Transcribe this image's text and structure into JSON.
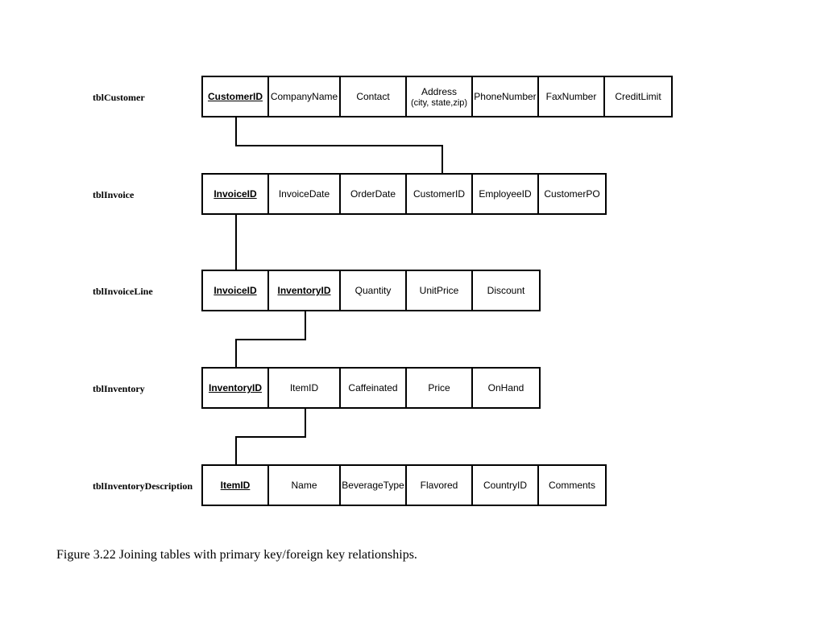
{
  "tables": {
    "customer": {
      "name": "tblCustomer",
      "fields": [
        "CustomerID",
        "CompanyName",
        "Contact",
        "Address",
        "PhoneNumber",
        "FaxNumber",
        "CreditLimit"
      ],
      "address_note": "(city, state,zip)"
    },
    "invoice": {
      "name": "tblInvoice",
      "fields": [
        "InvoiceID",
        "InvoiceDate",
        "OrderDate",
        "CustomerID",
        "EmployeeID",
        "CustomerPO"
      ]
    },
    "invoice_line": {
      "name": "tblInvoiceLine",
      "fields": [
        "InvoiceID",
        "InventoryID",
        "Quantity",
        "UnitPrice",
        "Discount"
      ]
    },
    "inventory": {
      "name": "tblInventory",
      "fields": [
        "InventoryID",
        "ItemID",
        "Caffeinated",
        "Price",
        "OnHand"
      ]
    },
    "inventory_description": {
      "name": "tblInventoryDescription",
      "fields": [
        "ItemID",
        "Name",
        "BeverageType",
        "Flavored",
        "CountryID",
        "Comments"
      ]
    }
  },
  "caption": "Figure 3.22 Joining tables with primary key/foreign key relationships."
}
